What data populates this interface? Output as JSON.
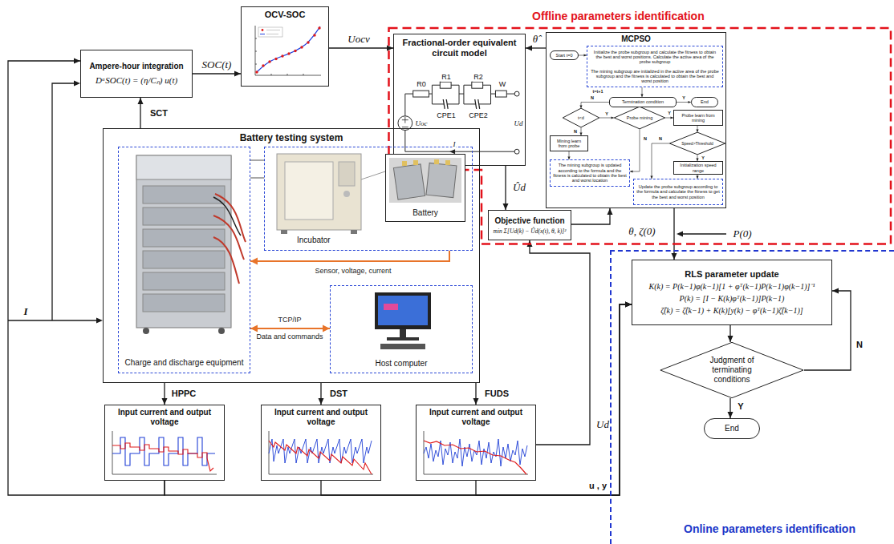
{
  "diagram": {
    "nodes": [
      {
        "text": [
          "Ampere-hour integration",
          "DᵅSOC(t) = (η/Cₙ) u(t)"
        ]
      },
      {
        "text": [
          "OCV-SOC"
        ]
      },
      {
        "text": [
          "Offline parameters identification"
        ]
      },
      {
        "text": [
          "Fractional-order equivalent circuit model"
        ],
        "in": 2
      },
      {
        "text": [
          "MCPSO"
        ],
        "in": 2
      },
      {
        "text": [
          "Start t=0"
        ],
        "in": 4
      },
      {
        "text": [
          "Initialize the probe subgroup and calculate the fitness to obtain the best and worst positions. Calculate the active area of the probe subgroup",
          "The mining subgroup are initialized in the active area of the probe subgroup and the fitness is calculated to obtain the best and worst position"
        ],
        "in": 4
      },
      {
        "text": [
          "Termination condition"
        ],
        "in": 4
      },
      {
        "text": [
          "End"
        ],
        "in": 4
      },
      {
        "text": [
          "t<d"
        ],
        "in": 4
      },
      {
        "text": [
          "Mining learn from probe"
        ],
        "in": 4
      },
      {
        "text": [
          "Probe mining"
        ],
        "in": 4
      },
      {
        "text": [
          "Probe learn from mining"
        ],
        "in": 4
      },
      {
        "text": [
          "Speed>Threshold"
        ],
        "in": 4
      },
      {
        "text": [
          "The mining subgroup is updated according to the formula and the fitness is calculated to obtain the best and worst location"
        ],
        "in": 4
      },
      {
        "text": [
          "Initialization speed range"
        ],
        "in": 4
      },
      {
        "text": [
          "Update the probe subgroup according to the formula and calculate the fitness to get the best and worst position"
        ],
        "in": 4
      },
      {
        "text": [
          "Objective function",
          "min Σ[Ud(k) − Ûd(x(t), θ, k)]²"
        ],
        "in": 2
      },
      {
        "text": [
          "Battery testing system"
        ]
      },
      {
        "text": [
          "Charge and discharge equipment"
        ],
        "in": 18
      },
      {
        "text": [
          "Incubator"
        ],
        "in": 18
      },
      {
        "text": [
          "Battery"
        ],
        "in": 20
      },
      {
        "text": [
          "Host computer"
        ],
        "in": 18
      },
      {
        "text": [
          "Input current and output voltage"
        ]
      },
      {
        "text": [
          "Input current and output voltage"
        ]
      },
      {
        "text": [
          "Input current and output voltage"
        ]
      },
      {
        "text": [
          "Online parameters identification"
        ]
      },
      {
        "text": [
          "RLS parameter update",
          "K(k) = P(k−1)φ(k−1)[1 + φᵀ(k−1)P(k−1)φ(k−1)]⁻¹",
          "P(k) = [I − K(k)φᵀ(k−1)]P(k−1)",
          "ζ̂(k) = ζ̂(k−1) + K(k)[y(k) − φᵀ(k−1)ζ̂(k−1)]"
        ],
        "in": 26
      },
      {
        "text": [
          "Judgment of terminating conditions"
        ],
        "in": 26
      },
      {
        "text": [
          "End"
        ],
        "in": 26
      }
    ],
    "edges": [
      {
        "from": 23,
        "to": 0,
        "arrow": "to"
      },
      {
        "from": 20,
        "to": 19,
        "arrow": "to",
        "label": "Sensor, voltage, current"
      },
      {
        "from": 19,
        "to": 22,
        "arrow": "both",
        "label": "TCP/IP"
      },
      {
        "from": 19,
        "to": 20,
        "arrow": "none"
      },
      {
        "from": 19,
        "to": 20,
        "arrow": "none"
      },
      {
        "from": 18,
        "to": 0,
        "arrow": "to",
        "label": "SCT"
      },
      {
        "from": 0,
        "to": 1,
        "arrow": "to",
        "label": "SOC(t)"
      },
      {
        "from": 1,
        "to": 3,
        "arrow": "to",
        "label": "Uocv"
      },
      {
        "from": 4,
        "to": 3,
        "arrow": "to",
        "label": "θ̂"
      },
      {
        "from": 3,
        "to": 17,
        "arrow": "to",
        "label": "Ûd"
      },
      {
        "from": 17,
        "to": 4,
        "arrow": "to"
      },
      {
        "from": 4,
        "to": 27,
        "arrow": "to",
        "label": "θ, ζ(0)"
      },
      {
        "from": 25,
        "to": 17,
        "arrow": "to",
        "label": "Ud"
      },
      {
        "from": 18,
        "to": 23,
        "arrow": "to",
        "label": "HPPC"
      },
      {
        "from": 18,
        "to": 24,
        "arrow": "to",
        "label": "DST"
      },
      {
        "from": 18,
        "to": 25,
        "arrow": "to",
        "label": "FUDS"
      },
      {
        "from": 23,
        "to": 27,
        "arrow": "to",
        "label": "u , y"
      },
      {
        "from": 24,
        "to": 27,
        "arrow": "to"
      },
      {
        "from": 25,
        "to": 27,
        "arrow": "to"
      },
      {
        "from": 27,
        "to": 28,
        "arrow": "to"
      },
      {
        "from": 28,
        "to": 27,
        "arrow": "to",
        "label": "N"
      },
      {
        "from": 28,
        "to": 29,
        "arrow": "to",
        "label": "Y"
      },
      {
        "from": 5,
        "to": 6,
        "arrow": "to"
      },
      {
        "from": 6,
        "to": 7,
        "arrow": "to"
      },
      {
        "from": 7,
        "to": 8,
        "arrow": "to",
        "label": "Y"
      },
      {
        "from": 7,
        "to": 9,
        "arrow": "to",
        "label": "N"
      },
      {
        "from": 9,
        "to": 10,
        "arrow": "to",
        "label": "N"
      },
      {
        "from": 9,
        "to": 11,
        "arrow": "to",
        "label": "Y"
      },
      {
        "from": 11,
        "to": 12,
        "arrow": "to",
        "label": "Y"
      },
      {
        "from": 11,
        "to": 14,
        "arrow": "to",
        "label": "N"
      },
      {
        "from": 10,
        "to": 14,
        "arrow": "to"
      },
      {
        "from": 12,
        "to": 13,
        "arrow": "to"
      },
      {
        "from": 13,
        "to": 15,
        "arrow": "to",
        "label": "Y"
      },
      {
        "from": 13,
        "to": 16,
        "arrow": "to",
        "label": "N"
      },
      {
        "from": 15,
        "to": 16,
        "arrow": "to"
      }
    ],
    "labels": [
      "I",
      "Data and commands",
      "P(0)",
      "t=t+1",
      "R0",
      "R1",
      "R2",
      "CPE1",
      "CPE2",
      "W",
      "Uoc",
      "Ud",
      "I"
    ]
  }
}
